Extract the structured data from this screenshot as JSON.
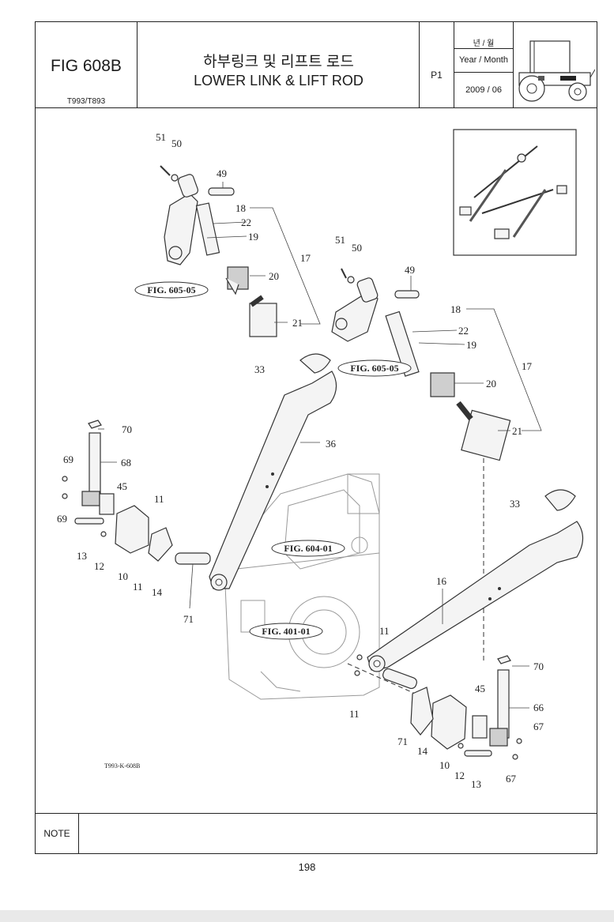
{
  "header": {
    "fig_number": "FIG 608B",
    "models": "T993/T893",
    "title_ko": "하부링크 및 리프트 로드",
    "title_en": "LOWER LINK & LIFT ROD",
    "page_code": "P1",
    "year_month_ko": "년 / 월",
    "year_month_en": "Year / Month",
    "year_month_value": "2009 / 06"
  },
  "diagram": {
    "drawing_code": "T993-K-608B",
    "fig_refs": {
      "upper_left_link": "FIG. 605-05",
      "upper_right_link": "FIG. 605-05",
      "housing_top": "FIG. 604-01",
      "housing_bottom": "FIG. 401-01"
    },
    "callouts": {
      "c51a": "51",
      "c50a": "50",
      "c49a": "49",
      "c18a": "18",
      "c22a": "22",
      "c19a": "19",
      "c17a": "17",
      "c20a": "20",
      "c21a": "21",
      "c51b": "51",
      "c50b": "50",
      "c49b": "49",
      "c18b": "18",
      "c22b": "22",
      "c19b": "19",
      "c17b": "17",
      "c20b": "20",
      "c21b": "21",
      "c33a": "33",
      "c36": "36",
      "c70a": "70",
      "c69a": "69",
      "c68": "68",
      "c45a": "45",
      "c69b": "69",
      "c11a": "11",
      "c13a": "13",
      "c12a": "12",
      "c10a": "10",
      "c11b": "11",
      "c14a": "14",
      "c71a": "71",
      "c33b": "33",
      "c16": "16",
      "c11c": "11",
      "c11d": "11",
      "c70b": "70",
      "c45b": "45",
      "c66": "66",
      "c67a": "67",
      "c71b": "71",
      "c14b": "14",
      "c10b": "10",
      "c12b": "12",
      "c13b": "13",
      "c67b": "67"
    }
  },
  "footer": {
    "note_label": "NOTE",
    "note_text": "",
    "page_number": "198"
  }
}
